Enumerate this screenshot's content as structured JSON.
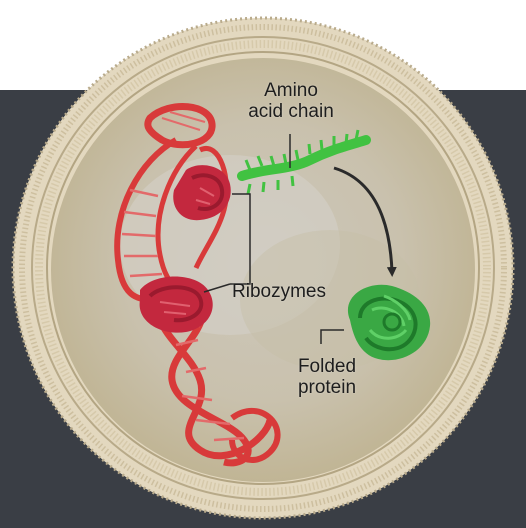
{
  "colors": {
    "background_top": "#ffffff",
    "background_panel": "#3a3e45",
    "membrane": "#d9cdb2",
    "cell_interior": "#cfc8b6",
    "rna": "#d83a3a",
    "ribozyme": "#c3283e",
    "amino_chain": "#41c241",
    "folded_protein": "#2fa83a",
    "arrow": "#2a2a2a"
  },
  "labels": {
    "amino_line1": "Amino",
    "amino_line2": "acid chain",
    "ribozymes": "Ribozymes",
    "folded_line1": "Folded",
    "folded_line2": "protein"
  }
}
